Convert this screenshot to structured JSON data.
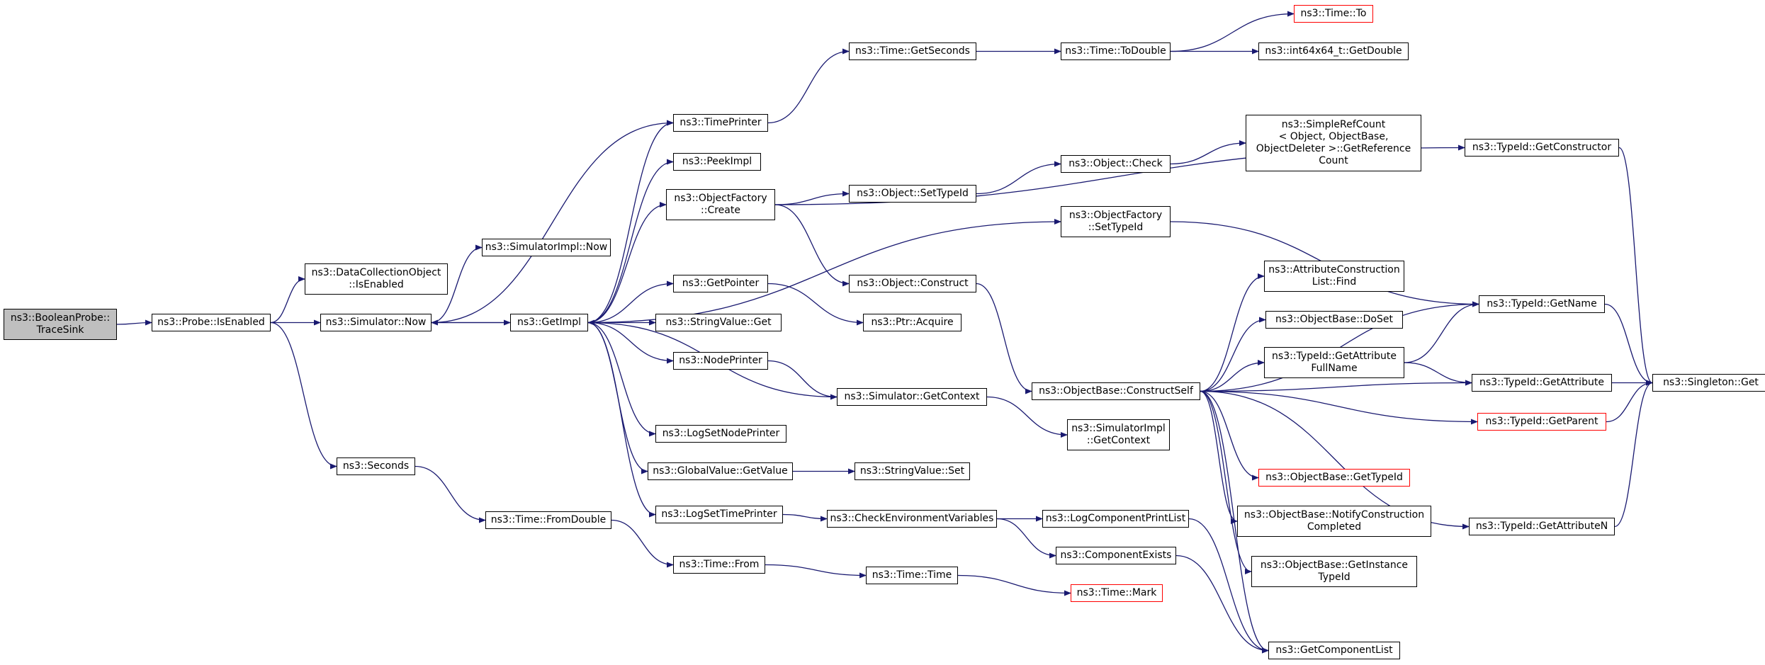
{
  "colors": {
    "edge": "#191970",
    "border": "#000000",
    "truncated_border": "#ff0000",
    "root_fill": "#bfbfbf"
  },
  "nodes": {
    "n0": {
      "lines": [
        "ns3::BooleanProbe::",
        "TraceSink"
      ],
      "root": true
    },
    "n1": {
      "lines": [
        "ns3::Probe::IsEnabled"
      ]
    },
    "n2": {
      "lines": [
        "ns3::DataCollectionObject",
        "::IsEnabled"
      ]
    },
    "n3": {
      "lines": [
        "ns3::Simulator::Now"
      ]
    },
    "n4": {
      "lines": [
        "ns3::Seconds"
      ]
    },
    "n5": {
      "lines": [
        "ns3::SimulatorImpl::Now"
      ]
    },
    "n6": {
      "lines": [
        "ns3::GetImpl"
      ]
    },
    "n7": {
      "lines": [
        "ns3::Time::FromDouble"
      ]
    },
    "n8": {
      "lines": [
        "ns3::Time::From"
      ]
    },
    "n9": {
      "lines": [
        "ns3::TimePrinter"
      ]
    },
    "n10": {
      "lines": [
        "ns3::PeekImpl"
      ]
    },
    "n11": {
      "lines": [
        "ns3::ObjectFactory",
        "::Create"
      ]
    },
    "n12": {
      "lines": [
        "ns3::GetPointer"
      ]
    },
    "n13": {
      "lines": [
        "ns3::StringValue::Get"
      ]
    },
    "n14": {
      "lines": [
        "ns3::NodePrinter"
      ]
    },
    "n15": {
      "lines": [
        "ns3::LogSetNodePrinter"
      ]
    },
    "n16": {
      "lines": [
        "ns3::GlobalValue::GetValue"
      ]
    },
    "n17": {
      "lines": [
        "ns3::LogSetTimePrinter"
      ]
    },
    "n18": {
      "lines": [
        "ns3::Time::GetSeconds"
      ]
    },
    "n19": {
      "lines": [
        "ns3::Object::SetTypeId"
      ]
    },
    "n20": {
      "lines": [
        "ns3::Object::Construct"
      ]
    },
    "n21": {
      "lines": [
        "ns3::Ptr::Acquire"
      ]
    },
    "n22": {
      "lines": [
        "ns3::Simulator::GetContext"
      ]
    },
    "n23": {
      "lines": [
        "ns3::StringValue::Set"
      ]
    },
    "n24": {
      "lines": [
        "ns3::CheckEnvironmentVariables"
      ]
    },
    "n25": {
      "lines": [
        "ns3::Time::Time"
      ]
    },
    "n26": {
      "lines": [
        "ns3::Time::ToDouble"
      ]
    },
    "n27": {
      "lines": [
        "ns3::Object::Check"
      ]
    },
    "n28": {
      "lines": [
        "ns3::ObjectFactory",
        "::SetTypeId"
      ]
    },
    "n29": {
      "lines": [
        "ns3::ObjectBase::ConstructSelf"
      ]
    },
    "n30": {
      "lines": [
        "ns3::SimulatorImpl",
        "::GetContext"
      ]
    },
    "n31": {
      "lines": [
        "ns3::LogComponentPrintList"
      ]
    },
    "n32": {
      "lines": [
        "ns3::ComponentExists"
      ]
    },
    "n33": {
      "lines": [
        "ns3::Time::Mark"
      ],
      "truncated": true
    },
    "n34": {
      "lines": [
        "ns3::Time::To"
      ],
      "truncated": true
    },
    "n35": {
      "lines": [
        "ns3::int64x64_t::GetDouble"
      ]
    },
    "n36": {
      "lines": [
        "ns3::SimpleRefCount",
        "< Object, ObjectBase,",
        "ObjectDeleter >::GetReference",
        "Count"
      ]
    },
    "n37": {
      "lines": [
        "ns3::AttributeConstruction",
        "List::Find"
      ]
    },
    "n38": {
      "lines": [
        "ns3::ObjectBase::DoSet"
      ]
    },
    "n39": {
      "lines": [
        "ns3::TypeId::GetAttribute",
        "FullName"
      ]
    },
    "n40": {
      "lines": [
        "ns3::ObjectBase::GetTypeId"
      ],
      "truncated": true
    },
    "n41": {
      "lines": [
        "ns3::ObjectBase::NotifyConstruction",
        "Completed"
      ]
    },
    "n42": {
      "lines": [
        "ns3::ObjectBase::GetInstance",
        "TypeId"
      ]
    },
    "n43": {
      "lines": [
        "ns3::GetComponentList"
      ]
    },
    "n44": {
      "lines": [
        "ns3::TypeId::GetConstructor"
      ]
    },
    "n45": {
      "lines": [
        "ns3::TypeId::GetName"
      ]
    },
    "n46": {
      "lines": [
        "ns3::TypeId::GetAttribute"
      ]
    },
    "n47": {
      "lines": [
        "ns3::TypeId::GetParent"
      ],
      "truncated": true
    },
    "n48": {
      "lines": [
        "ns3::TypeId::GetAttributeN"
      ]
    },
    "n49": {
      "lines": [
        "ns3::Singleton::Get"
      ]
    }
  }
}
